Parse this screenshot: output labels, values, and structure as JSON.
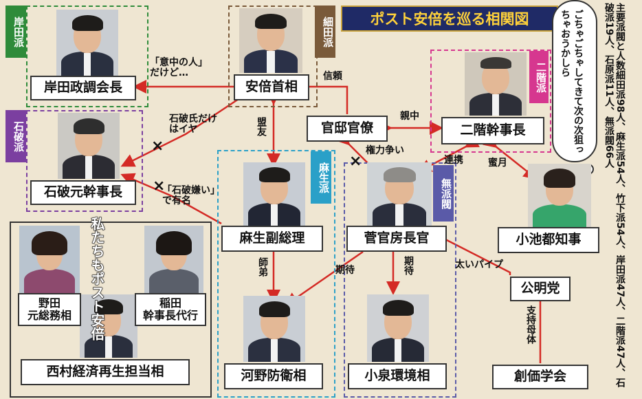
{
  "title": "ポスト安倍を巡る相関図",
  "bubble": "ごちゃごちゃしてきて次の次狙っちゃおうかしら",
  "sidebar": {
    "heading": "主要派閥と人数",
    "text": "細田派98人、麻生派54人、竹下派54人、岸田派47人、二階派47人、石破派19人、石原派11人、無派閥66人"
  },
  "factions": {
    "kishida": "岸田派",
    "hosoda": "細田派",
    "ishiba": "石破派",
    "aso": "麻生派",
    "muhabatsu": "無派閥",
    "nikai": "二階派"
  },
  "people": {
    "kishida": "岸田政調会長",
    "abe": "安倍首相",
    "kantei": "官邸官僚",
    "nikai": "二階幹事長",
    "ishiba": "石破元幹事長",
    "aso": "麻生副総理",
    "suga": "菅官房長官",
    "koike": "小池都知事",
    "komeito": "公明党",
    "noda": "野田\n元総務相",
    "inada": "稲田\n幹事長代行",
    "nishimura": "西村経済再生担当相",
    "kono": "河野防衛相",
    "koizumi": "小泉環境相",
    "soka": "創価学会"
  },
  "group_label": "私たちもポスト安倍",
  "relations": {
    "abe_kishida": "「意中の人」\nだけど…",
    "abe_ishiba": "石破氏だけ\nはイヤ",
    "aso_ishiba": "「石破嫌い」\nで有名",
    "trust": "信頼",
    "meiyu": "盟友",
    "shinchu": "親中",
    "kenryoku": "権力争い",
    "renkei": "連携",
    "mitsugetsu": "蜜月",
    "shitei": "師弟",
    "kitai_suga": "期待",
    "kitai_koizumi": "期待",
    "pipe": "太いパイプ",
    "shiji": "支持母体"
  },
  "colors": {
    "kishida": "#2e8b3a",
    "hosoda": "#7a5a3a",
    "ishiba": "#7b3fa0",
    "aso": "#2aa0c8",
    "muhabatsu": "#5a5aa8",
    "nikai": "#d6378f",
    "arrow": "#d42a25",
    "title_bg": "#1f2a66",
    "title_fg": "#ffd23a",
    "background": "#efe6d2"
  }
}
